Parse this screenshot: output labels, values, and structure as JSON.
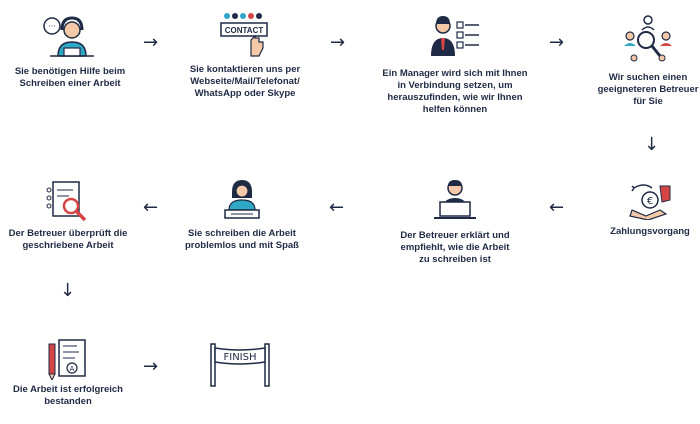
{
  "steps": [
    {
      "label": "Sie benötigen Hilfe beim\nSchreiben einer Arbeit",
      "icon": "headset-operator-icon"
    },
    {
      "label": "Sie kontaktieren uns per\nWebseite/Mail/Telefonat/\nWhatsApp oder Skype",
      "icon": "contact-icon",
      "badge": "CONTACT"
    },
    {
      "label": "Ein Manager wird sich mit Ihnen\nin Verbindung setzen, um\nherauszufinden, wie wir Ihnen\nhelfen können",
      "icon": "manager-checklist-icon"
    },
    {
      "label": "Wir suchen einen\ngeeigneteren Betreuer\nfür Sie",
      "icon": "search-people-icon"
    },
    {
      "label": "Zahlungsvorgang",
      "icon": "payment-icon"
    },
    {
      "label": "Der Betreuer erklärt und\nempfiehlt, wie die Arbeit\nzu schreiben ist",
      "icon": "laptop-person-icon"
    },
    {
      "label": "Sie schreiben die Arbeit\nproblemlos und mit Spaß",
      "icon": "writing-student-icon"
    },
    {
      "label": "Der Betreuer überprüft die\ngeschriebene Arbeit",
      "icon": "document-review-icon"
    },
    {
      "label": "Die Arbeit ist erfolgreich\nbestanden",
      "icon": "graded-document-icon"
    },
    {
      "label": "",
      "icon": "finish-banner-icon",
      "badge": "FINISH"
    }
  ],
  "arrows": {
    "right": "→",
    "left": "←",
    "down": "↓"
  }
}
